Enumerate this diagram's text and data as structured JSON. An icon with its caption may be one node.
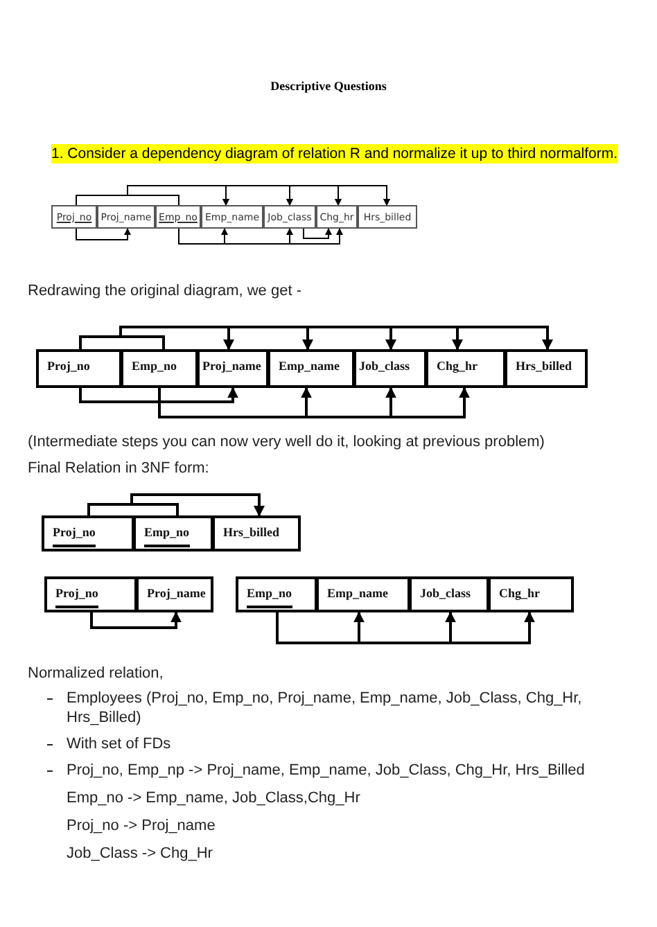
{
  "diagram": {
    "title": "Descriptive Questions",
    "nodes": [
      {
        "text": [
          "Proj_no"
        ]
      },
      {
        "text": [
          "Proj_name"
        ]
      },
      {
        "text": [
          "Emp_no"
        ]
      },
      {
        "text": [
          "Emp_name"
        ]
      },
      {
        "text": [
          "Job_class"
        ]
      },
      {
        "text": [
          "Chg_hr"
        ]
      },
      {
        "text": [
          "Hrs_billed"
        ]
      },
      {
        "text": [
          "Proj_no"
        ]
      },
      {
        "text": [
          "Emp_no"
        ]
      },
      {
        "text": [
          "Proj_name"
        ]
      },
      {
        "text": [
          "Emp_name"
        ]
      },
      {
        "text": [
          "Job_class"
        ]
      },
      {
        "text": [
          "Chg_hr"
        ]
      },
      {
        "text": [
          "Hrs_billed"
        ]
      },
      {
        "text": [
          "Proj_no"
        ]
      },
      {
        "text": [
          "Emp_no"
        ]
      },
      {
        "text": [
          "Hrs_billed"
        ]
      },
      {
        "text": [
          "Proj_no"
        ]
      },
      {
        "text": [
          "Proj_name"
        ]
      },
      {
        "text": [
          "Emp_no"
        ]
      },
      {
        "text": [
          "Emp_name"
        ]
      },
      {
        "text": [
          "Job_class"
        ]
      },
      {
        "text": [
          "Chg_hr"
        ]
      }
    ],
    "edges": [
      {
        "from": 0,
        "to": 3,
        "arrow": "to"
      },
      {
        "from": 0,
        "to": 4,
        "arrow": "to"
      },
      {
        "from": 0,
        "to": 5,
        "arrow": "to"
      },
      {
        "from": 0,
        "to": 6,
        "arrow": "to"
      },
      {
        "from": 2,
        "to": 3,
        "arrow": "to"
      },
      {
        "from": 2,
        "to": 4,
        "arrow": "to"
      },
      {
        "from": 2,
        "to": 5,
        "arrow": "to"
      },
      {
        "from": 2,
        "to": 6,
        "arrow": "to"
      },
      {
        "from": 0,
        "to": 1,
        "arrow": "to"
      },
      {
        "from": 2,
        "to": 3,
        "arrow": "to"
      },
      {
        "from": 2,
        "to": 4,
        "arrow": "to"
      },
      {
        "from": 2,
        "to": 5,
        "arrow": "to"
      },
      {
        "from": 4,
        "to": 5,
        "arrow": "to"
      },
      {
        "from": 7,
        "to": 9,
        "arrow": "to"
      },
      {
        "from": 7,
        "to": 10,
        "arrow": "to"
      },
      {
        "from": 7,
        "to": 11,
        "arrow": "to"
      },
      {
        "from": 7,
        "to": 12,
        "arrow": "to"
      },
      {
        "from": 7,
        "to": 13,
        "arrow": "to"
      },
      {
        "from": 8,
        "to": 9,
        "arrow": "to"
      },
      {
        "from": 8,
        "to": 10,
        "arrow": "to"
      },
      {
        "from": 8,
        "to": 11,
        "arrow": "to"
      },
      {
        "from": 8,
        "to": 12,
        "arrow": "to"
      },
      {
        "from": 8,
        "to": 13,
        "arrow": "to"
      },
      {
        "from": 7,
        "to": 9,
        "arrow": "to"
      },
      {
        "from": 8,
        "to": 10,
        "arrow": "to"
      },
      {
        "from": 8,
        "to": 11,
        "arrow": "to"
      },
      {
        "from": 8,
        "to": 12,
        "arrow": "to"
      },
      {
        "from": 14,
        "to": 16,
        "arrow": "to"
      },
      {
        "from": 15,
        "to": 16,
        "arrow": "to"
      },
      {
        "from": 17,
        "to": 18,
        "arrow": "to"
      },
      {
        "from": 19,
        "to": 20,
        "arrow": "to"
      },
      {
        "from": 19,
        "to": 21,
        "arrow": "to"
      },
      {
        "from": 19,
        "to": 22,
        "arrow": "to"
      }
    ],
    "labels": [
      "1. Consider a dependency diagram of relation R and normalize it up to third normalform.",
      "Redrawing the original diagram, we get -",
      "(Intermediate steps you can now very well do it, looking at previous problem)",
      "Final Relation in 3NF form:",
      "Normalized relation,",
      "Employees (Proj_no, Emp_no, Proj_name, Emp_name, Job_Class, Chg_Hr, Hrs_Billed)",
      "With set of FDs",
      "Proj_no, Emp_np -> Proj_name, Emp_name, Job_Class, Chg_Hr, Hrs_Billed",
      "Emp_no -> Emp_name, Job_Class,Chg_Hr",
      "Proj_no -> Proj_name",
      "Job_Class -> Chg_Hr"
    ]
  }
}
